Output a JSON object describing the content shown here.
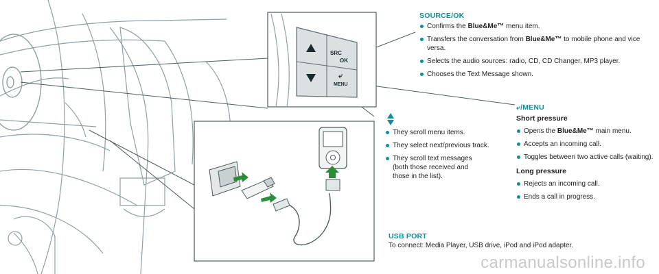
{
  "source_ok": {
    "title": "SOURCE/OK",
    "items": [
      {
        "before": "Confirms the ",
        "brand": "Blue&Me™",
        "after": " menu item."
      },
      {
        "before": "Transfers the conversation from ",
        "brand": "Blue&Me™",
        "after": " to mobile phone and vice versa."
      },
      {
        "before": "Selects the audio sources: radio, CD, CD Changer, MP3 player.",
        "brand": "",
        "after": ""
      },
      {
        "before": "Chooses the Text Message shown.",
        "brand": "",
        "after": ""
      }
    ]
  },
  "arrows": {
    "items": [
      "They scroll menu items.",
      "They select next/previous track.",
      "They scroll text messages (both those received and those in the list)."
    ]
  },
  "menu": {
    "title": "/MENU",
    "short_label": "Short pressure",
    "short_items": [
      {
        "before": "Opens the ",
        "brand": "Blue&Me™",
        "after": " main menu."
      },
      {
        "before": "Accepts an incoming call.",
        "brand": "",
        "after": ""
      },
      {
        "before": "Toggles between two active calls (waiting).",
        "brand": "",
        "after": ""
      }
    ],
    "long_label": "Long pressure",
    "long_items": [
      "Rejects an incoming call.",
      "Ends a call in progress."
    ]
  },
  "usb": {
    "title": "USB PORT",
    "text": "To connect: Media Player, USB drive, iPod and iPod adapter."
  },
  "controls": {
    "src_label": "SRC",
    "ok_label": "OK",
    "menu_label": "MENU"
  },
  "watermark": "carmanualsonline.info",
  "colors": {
    "accent": "#0f8e98",
    "line": "#7d8f93",
    "ink": "#1f2a2f"
  }
}
